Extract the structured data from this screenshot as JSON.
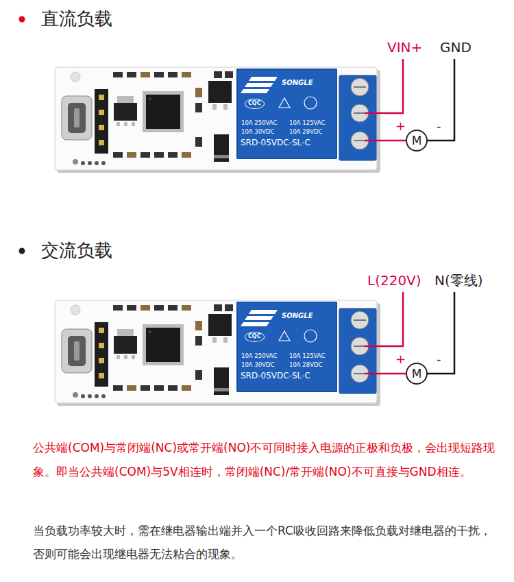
{
  "diagram": {
    "nodes": [
      {
        "text": [
          "SONGLE",
          "CQC",
          "10A 250VAC",
          "10A 125VAC",
          "10A 30VDC",
          "10A 28VDC",
          "SRD-05VDC-SL-C"
        ]
      },
      {
        "text": [
          "M"
        ]
      },
      {
        "text": [
          "SONGLE",
          "CQC",
          "10A 250VAC",
          "10A 125VAC",
          "10A 30VDC",
          "10A 28VDC",
          "SRD-05VDC-SL-C"
        ]
      },
      {
        "text": [
          "M"
        ]
      }
    ],
    "labels": [
      "直流负载",
      "VIN+",
      "GND",
      "+",
      "-",
      "交流负载",
      "L(220V)",
      "N(零线)",
      "+",
      "-",
      "公共端(COM)与常闭端(NC)或常开端(NO)不可同时接入电源的正极和负极，会出现短路现象。即当公共端(COM)与5V相连时，常闭端(NC)/常开端(NO)不可直接与GND相连。",
      "当负载功率较大时，需在继电器输出端并入一个RC吸收回路来降低负载对继电器的干扰，否则可能会出现继电器无法粘合的现象。"
    ]
  }
}
